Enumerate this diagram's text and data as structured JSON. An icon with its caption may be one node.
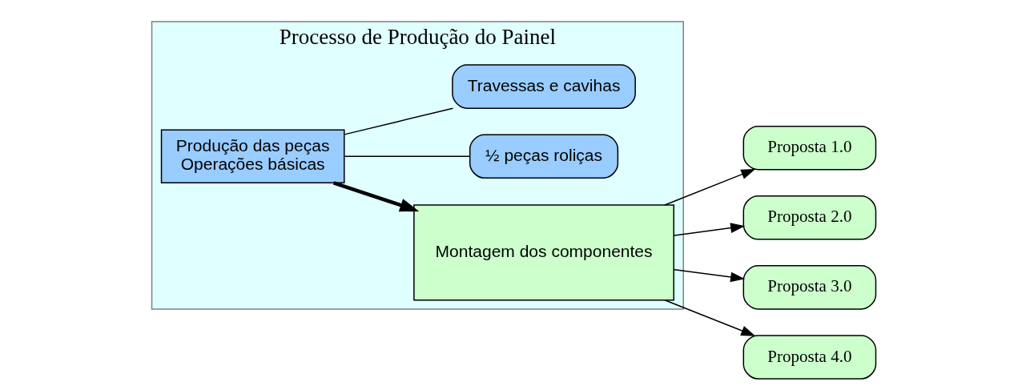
{
  "diagram": {
    "nodes": [
      {
        "text": [
          "Processo de Produção do Painel"
        ]
      },
      {
        "text": [
          "Produção das peças",
          "Operações básicas"
        ],
        "in": 0
      },
      {
        "text": [
          "Montagem dos componentes"
        ],
        "in": 0
      },
      {
        "text": [
          "½ peças roliças"
        ],
        "in": 0
      },
      {
        "text": [
          "Travessas e cavihas"
        ],
        "in": 0
      },
      {
        "text": [
          "Proposta 1.0"
        ]
      },
      {
        "text": [
          "Proposta 2.0"
        ]
      },
      {
        "text": [
          "Proposta 3.0"
        ]
      },
      {
        "text": [
          "Proposta 4.0"
        ]
      }
    ],
    "edges": [
      {
        "from": 1,
        "to": 2,
        "arrow": "to",
        "style": "thick"
      },
      {
        "from": 1,
        "to": 3,
        "arrow": "none"
      },
      {
        "from": 1,
        "to": 4,
        "arrow": "none"
      },
      {
        "from": 2,
        "to": 5,
        "arrow": "to"
      },
      {
        "from": 2,
        "to": 6,
        "arrow": "to"
      },
      {
        "from": 2,
        "to": 7,
        "arrow": "to"
      },
      {
        "from": 2,
        "to": 8,
        "arrow": "to"
      }
    ]
  }
}
